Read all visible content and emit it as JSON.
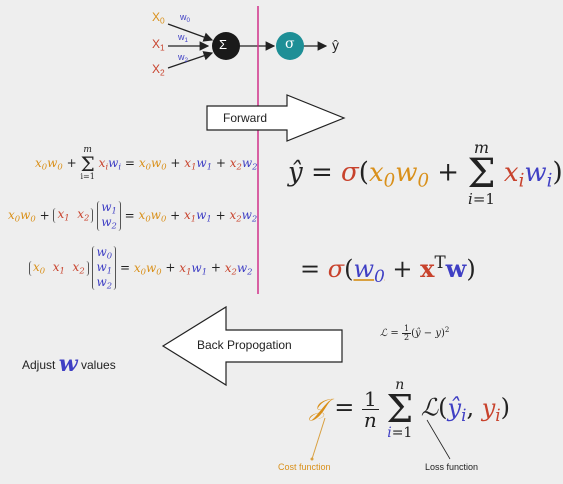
{
  "colors": {
    "orange": "#d9901a",
    "red": "#c8422c",
    "blue": "#3f3fc4",
    "neuron_sum": "#1a1a1a",
    "neuron_sigma": "#1e8f96",
    "divider": "#d0308a"
  },
  "network": {
    "inputs": [
      "X0",
      "X1",
      "X2"
    ],
    "weights": [
      "w0",
      "w1",
      "w2"
    ],
    "sum_symbol": "Σ",
    "activation_symbol": "σ",
    "output": "ŷ"
  },
  "arrows": {
    "forward_label": "Forward",
    "back_label": "Back Propogation"
  },
  "equations_left": {
    "line1": "x0w0 + Σ(i=1..m) xiwi = x0w0 + x1w1 + x2w2",
    "line2": "x0w0 + [x1 x2][w1; w2] = x0w0 + x1w1 + x2w2",
    "line3": "[x0 x1 x2][w0; w1; w2] = x0w0 + x1w1 + x2w2"
  },
  "equations_right": {
    "main": "ŷ = σ(x0w0 + Σ(i=1..m) xiwi)",
    "vector": "= σ(w0 + xᵀw)"
  },
  "loss": {
    "per_sample": "L = ½(ŷ − y)²",
    "cost": "J = (1/n) Σ(i=1..n) L(ŷi, yi)",
    "cost_label": "Cost function",
    "loss_label": "Loss function"
  },
  "adjust": {
    "prefix": "Adjust",
    "symbol": "w",
    "suffix": "values"
  }
}
